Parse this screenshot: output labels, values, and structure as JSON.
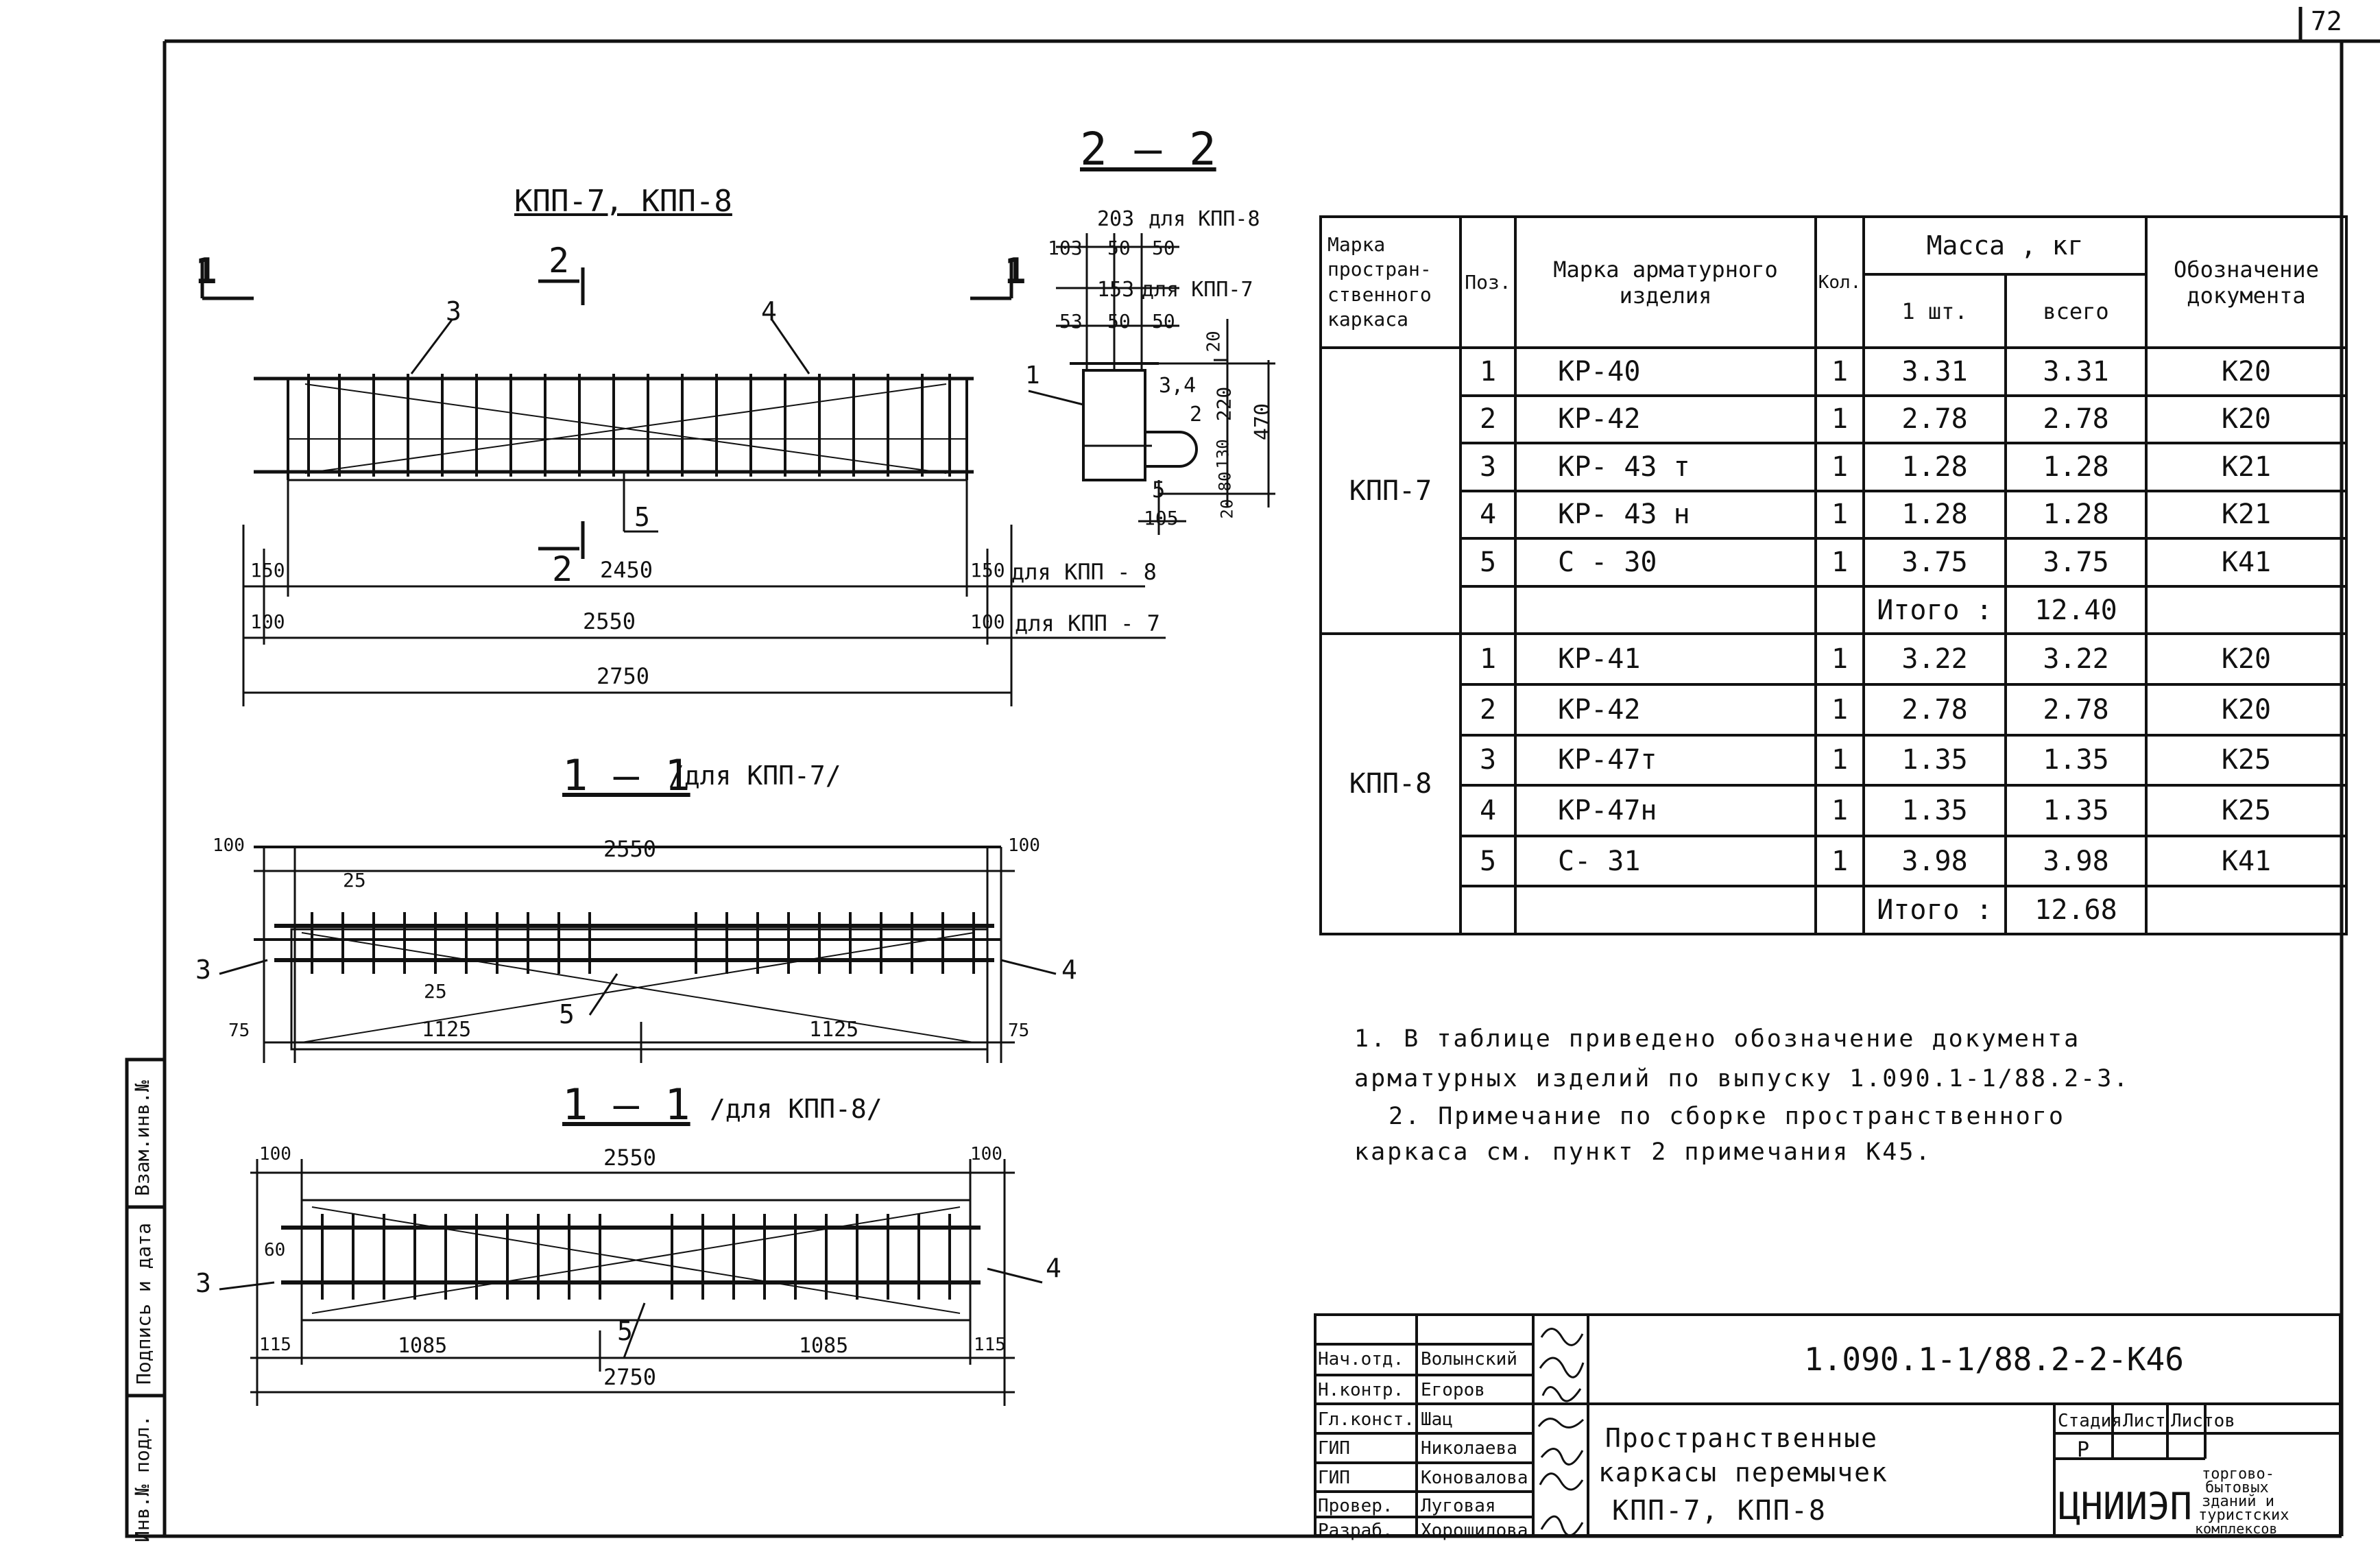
{
  "page_number": "72",
  "section_2_2": "2 — 2",
  "view_title": "КПП-7, КПП-8",
  "section_1_1_kpp7": "1 — 1",
  "section_1_1_kpp7_note": "/для КПП-7/",
  "section_1_1_kpp8": "1 — 1",
  "section_1_1_kpp8_note": "/для КПП-8/",
  "cut_mark_1": "1",
  "cut_mark_2": "2",
  "positions": {
    "p1": "1",
    "p2": "2",
    "p3": "3",
    "p4": "4",
    "p5": "5",
    "p34": "3,4"
  },
  "dims_elevation": {
    "d150": "150",
    "d2450": "2450",
    "d150r": "150",
    "note_kpp8": "для КПП - 8",
    "d100": "100",
    "d2550": "2550",
    "d100r": "100",
    "note_kpp7": "для КПП - 7",
    "d2750": "2750"
  },
  "dims_section": {
    "d203": "203",
    "for_kpp8": "для КПП-8",
    "d103": "103",
    "d50a": "50",
    "d50b": "50",
    "d153": "153",
    "for_kpp7": "для КПП-7",
    "d53": "53",
    "d50c": "50",
    "d50d": "50",
    "d20a": "20",
    "d220": "220",
    "d470": "470",
    "d130": "130",
    "d80": "80",
    "d20b": "20",
    "d105": "105"
  },
  "dims_plan7": {
    "d100l": "100",
    "d2550": "2550",
    "d100r": "100",
    "d25a": "25",
    "d25b": "25",
    "d75l": "75",
    "d1125a": "1125",
    "d1125b": "1125",
    "d75r": "75"
  },
  "dims_plan8": {
    "d100l": "100",
    "d2550": "2550",
    "d100r": "100",
    "d60": "60",
    "d115l": "115",
    "d1085a": "1085",
    "d1085b": "1085",
    "d115r": "115",
    "d2750": "2750"
  },
  "table": {
    "headers": {
      "frame_mark": "Марка простран- ственного каркаса",
      "pos": "Поз.",
      "item_mark": "Марка арматурного изделия",
      "qty": "Кол.",
      "mass": "Масса , кг",
      "one": "1 шт.",
      "total": "всего",
      "doc": "Обозначение документа"
    },
    "groups": [
      {
        "frame": "КПП-7",
        "rows": [
          {
            "pos": "1",
            "mark": "КР-40",
            "qty": "1",
            "one": "3.31",
            "total": "3.31",
            "doc": "К20"
          },
          {
            "pos": "2",
            "mark": "КР-42",
            "qty": "1",
            "one": "2.78",
            "total": "2.78",
            "doc": "К20"
          },
          {
            "pos": "3",
            "mark": "КР- 43 т",
            "qty": "1",
            "one": "1.28",
            "total": "1.28",
            "doc": "К21"
          },
          {
            "pos": "4",
            "mark": "КР- 43 н",
            "qty": "1",
            "one": "1.28",
            "total": "1.28",
            "doc": "К21"
          },
          {
            "pos": "5",
            "mark": "С - 30",
            "qty": "1",
            "one": "3.75",
            "total": "3.75",
            "doc": "К41"
          }
        ],
        "sum_label": "Итого :",
        "sum": "12.40"
      },
      {
        "frame": "КПП-8",
        "rows": [
          {
            "pos": "1",
            "mark": "КР-41",
            "qty": "1",
            "one": "3.22",
            "total": "3.22",
            "doc": "К20"
          },
          {
            "pos": "2",
            "mark": "КР-42",
            "qty": "1",
            "one": "2.78",
            "total": "2.78",
            "doc": "К20"
          },
          {
            "pos": "3",
            "mark": "КР-47т",
            "qty": "1",
            "one": "1.35",
            "total": "1.35",
            "doc": "К25"
          },
          {
            "pos": "4",
            "mark": "КР-47н",
            "qty": "1",
            "one": "1.35",
            "total": "1.35",
            "doc": "К25"
          },
          {
            "pos": "5",
            "mark": "С- 31",
            "qty": "1",
            "one": "3.98",
            "total": "3.98",
            "doc": "К41"
          }
        ],
        "sum_label": "Итого :",
        "sum": "12.68"
      }
    ]
  },
  "notes": {
    "n1a": "1. В таблице приведено обозначение документа",
    "n1b": "арматурных изделий по выпуску 1.090.1-1/88.2-3.",
    "n2a": "2. Примечание по сборке пространственного",
    "n2b": "каркаса см. пункт 2 примечания К45."
  },
  "stamp": {
    "code": "1.090.1-1/88.2-2-К46",
    "title1": "Пространственные",
    "title2": "каркасы перемычек",
    "title3": "КПП-7, КПП-8",
    "stage_h": "Стадия",
    "sheet_h": "Лист",
    "sheets_h": "Листов",
    "stage": "Р",
    "org": "ЦНИИЭП",
    "org_sub1": "торгово-",
    "org_sub2": "бытовых",
    "org_sub3": "зданий и",
    "org_sub4": "туристских",
    "org_sub5": "комплексов",
    "roles": [
      "Нач.отд.",
      "Н.контр.",
      "Гл.конст.",
      "ГИП",
      "ГИП",
      "Провер.",
      "Разраб."
    ],
    "names": [
      "Волынский",
      "Егоров",
      "Шац",
      "Николаева",
      "Коновалова",
      "Луговая",
      "Хорошилова"
    ]
  },
  "margin": {
    "inv": "Инв.№ подл.",
    "sign": "Подпись и дата",
    "replace": "Взам.инв.№"
  }
}
